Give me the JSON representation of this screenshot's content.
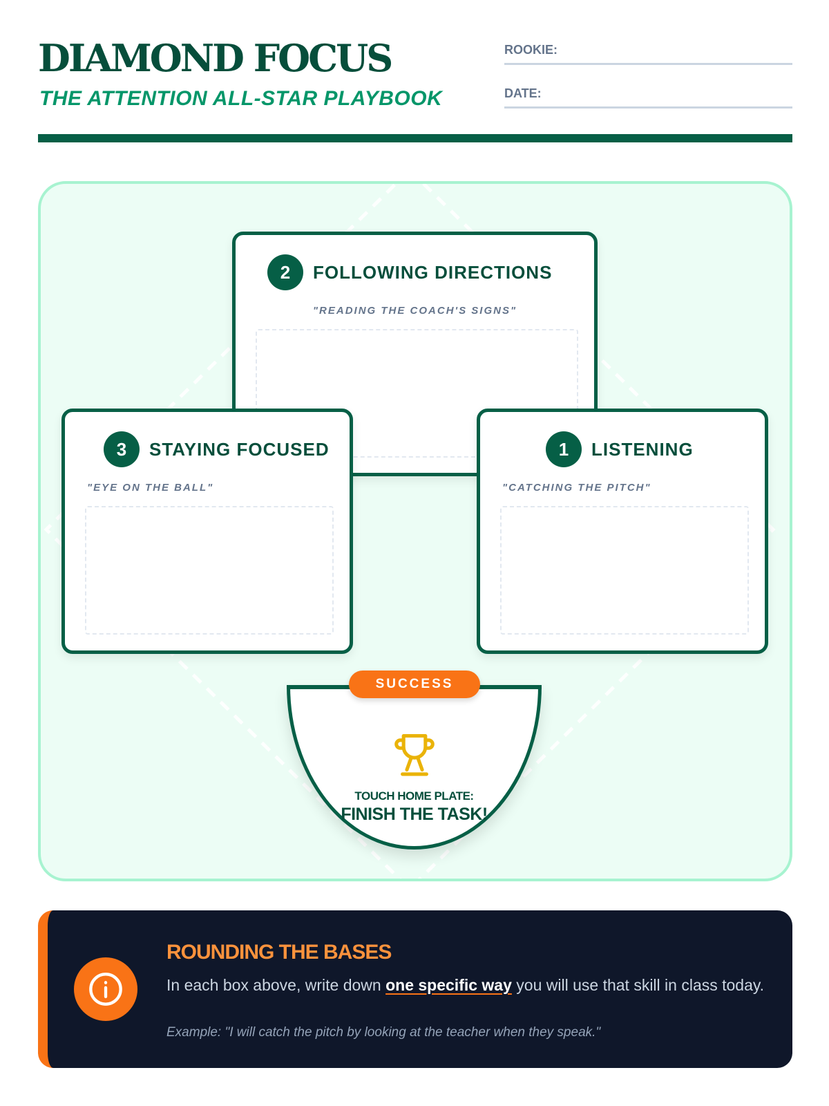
{
  "header": {
    "title": "DIAMOND FOCUS",
    "subtitle": "THE ATTENTION ALL-STAR PLAYBOOK",
    "rookie_label": "ROOKIE:",
    "date_label": "DATE:"
  },
  "cards": {
    "directions": {
      "number": "2",
      "title": "FOLLOWING DIRECTIONS",
      "quote": "\"READING THE COACH'S SIGNS\""
    },
    "focused": {
      "number": "3",
      "title": "STAYING FOCUSED",
      "quote": "\"EYE ON THE BALL\""
    },
    "listening": {
      "number": "1",
      "title": "LISTENING",
      "quote": "\"CATCHING THE PITCH\""
    }
  },
  "home": {
    "badge": "SUCCESS",
    "icon": "trophy-icon",
    "line1": "TOUCH HOME PLATE:",
    "line2": "FINISH THE TASK!"
  },
  "info": {
    "icon": "info-icon",
    "title": "ROUNDING THE BASES",
    "text_before": "In each box above, write down ",
    "text_emphasis": "one specific way",
    "text_after": " you will use that skill in class today.",
    "example": "Example: \"I will catch the pitch by looking at the teacher when they speak.\""
  },
  "colors": {
    "primary": "#065f46",
    "accent": "#f97316",
    "trophy": "#eab308",
    "dark": "#0f172a"
  }
}
